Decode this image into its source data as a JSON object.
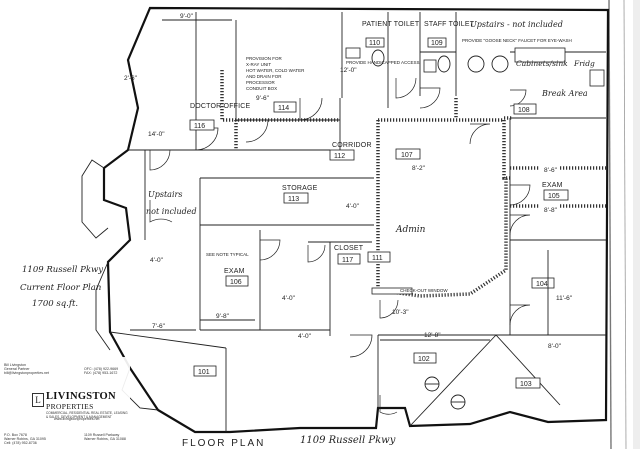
{
  "rooms": [
    {
      "id": "r110",
      "label": "PATIENT TOILET",
      "number": "110"
    },
    {
      "id": "r109",
      "label": "STAFF TOILET",
      "number": "109"
    },
    {
      "id": "r114",
      "number": "114"
    },
    {
      "id": "r116",
      "label": "DOCTOR OFFICE",
      "number": "116"
    },
    {
      "id": "r112",
      "label": "CORRIDOR",
      "number": "112"
    },
    {
      "id": "r107",
      "number": "107"
    },
    {
      "id": "r108",
      "number": "108"
    },
    {
      "id": "r113",
      "label": "STORAGE",
      "number": "113"
    },
    {
      "id": "r105",
      "label": "EXAM",
      "number": "105"
    },
    {
      "id": "r106",
      "label": "EXAM",
      "number": "106"
    },
    {
      "id": "r117",
      "label": "CLOSET",
      "number": "117"
    },
    {
      "id": "r111",
      "number": "111"
    },
    {
      "id": "r104",
      "number": "104"
    },
    {
      "id": "r102",
      "number": "102"
    },
    {
      "id": "r101",
      "number": "101"
    },
    {
      "id": "r103",
      "number": "103"
    }
  ],
  "handwritten": {
    "admin": "Admin",
    "upstairs_right": "Upstairs - not included",
    "upstairs_left_1": "Upstairs",
    "upstairs_left_2": "not included",
    "cabinets_sink": "Cabinets/sink",
    "fridg": "Fridg",
    "break_area": "Break Area",
    "current_plan_1": "1109 Russell Pkwy",
    "current_plan_2": "Current Floor Plan",
    "current_plan_3": "1700 sq.ft.",
    "bottom": "1109 Russell Pkwy",
    "floor_plan": "FLOOR PLAN"
  },
  "notes": {
    "provide_lav": "PROVIDE HANDICAPPED ACCESS",
    "provide_faucet": "PROVIDE \"GOOSE NECK\" FAUCET FOR EYE-WASH",
    "provision_1": "PROVISION FOR",
    "provision_2": "X-RAY UNIT",
    "provision_3": "HOT WATER, COLD WATER",
    "provision_4": "AND DRAIN FOR",
    "provision_5": "PROCESSOR",
    "provision_6": "CONDUIT BOX",
    "see_note": "SEE NOTE TYPICAL",
    "checkout": "CHECK-OUT WINDOW"
  },
  "dimensions": {
    "d1": "9'-0\"",
    "d2": "2'-6\"",
    "d3": "14'-0\"",
    "d4": "9'-6\"",
    "d5": "4'-0\"",
    "d6": "8'-2\"",
    "d7": "8'-6\"",
    "d8": "8'-8\"",
    "d9": "4'-0\"",
    "d10": "7'-6\"",
    "d11": "9'-8\"",
    "d12": "12'-8\"",
    "d13": "10'-3\"",
    "d14": "11'-6\"",
    "d15": "8'-0\"",
    "d16": "4'-0\"",
    "d17": "4'-0\"",
    "d18": "12'-0\""
  },
  "brand": {
    "agent_name": "Bill Livingston",
    "agent_title": "General Partner",
    "agent_email": "bill@livingstonproperties.net",
    "phone_office": "OFC: (478) 922-9669",
    "phone_fax": "FAX: (478) 953-1672",
    "name": "LIVINGSTON",
    "tagline": "PROPERTIES",
    "sub": "COMMERCIAL, RESIDENTIAL REAL ESTATE, LEASING & SALES, DEVELOPMENT & MANAGEMENT",
    "web": "www.livingstonproperties.net",
    "po_box": "P.O. Box 7678",
    "po_city": "Warner Robins, GA 31095",
    "street": "1109 Russell Parkway",
    "street_city": "Warner Robins, GA 31088",
    "cell": "Cell: (478) 952-8736"
  }
}
